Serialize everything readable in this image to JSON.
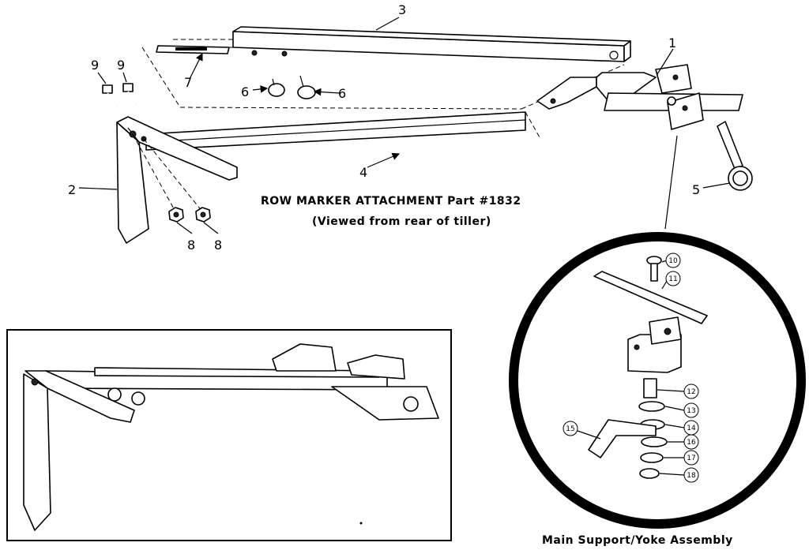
{
  "title": "ROW MARKER ATTACHMENT Part #1832",
  "subtitle": "(Viewed from rear of tiller)",
  "inset_caption": "Main Support/Yoke Assembly",
  "callouts": {
    "c1": "1",
    "c2": "2",
    "c3": "3",
    "c4": "4",
    "c5": "5",
    "c6a": "6",
    "c6b": "6",
    "c7": "7",
    "c8a": "8",
    "c8b": "8",
    "c9a": "9",
    "c9b": "9",
    "c10": "10",
    "c11": "11",
    "c12": "12",
    "c13": "13",
    "c14": "14",
    "c15": "15",
    "c16": "16",
    "c17": "17",
    "c18": "18"
  }
}
